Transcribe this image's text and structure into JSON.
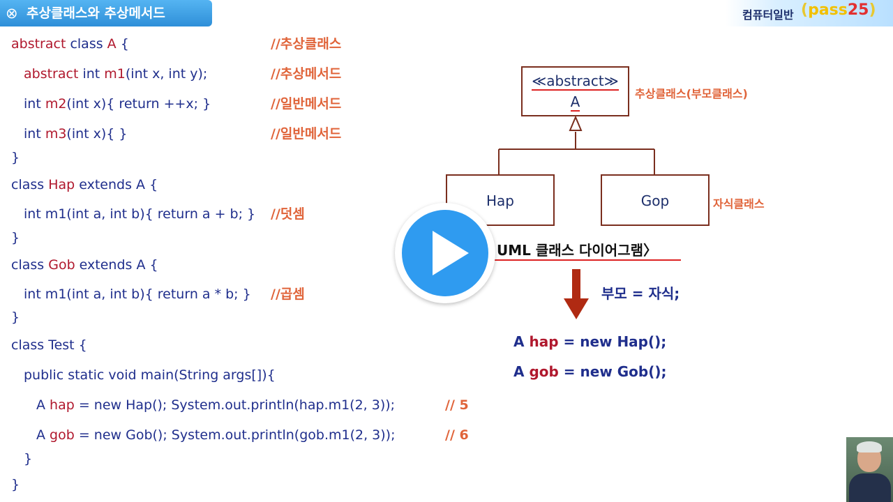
{
  "header": {
    "icon": "⊗",
    "title": "추상클래스와 추상메서드",
    "brand": "컴퓨터일반",
    "brand_open": "(",
    "brand_pass": "pass",
    "brand_num": "25",
    "brand_close": ")"
  },
  "code": {
    "l1": {
      "a": "abstract ",
      "b": "class ",
      "c": "A",
      "d": " {",
      "comment": "//추상클래스"
    },
    "l2": {
      "a": "abstract ",
      "b": "int ",
      "c": "m1",
      "d": "(int x, int y);",
      "comment": "//추상메서드"
    },
    "l3": {
      "a": "int ",
      "b": "m2",
      "c": "(int x){ return ++x; }",
      "comment": "//일반메서드"
    },
    "l4": {
      "a": "int ",
      "b": "m3",
      "c": "(int x){  }",
      "comment": "//일반메서드"
    },
    "l5": "}",
    "l6": {
      "a": "class ",
      "b": "Hap",
      "c": " extends A {"
    },
    "l7": {
      "a": "int m1(int a, int b){ return a + b; }",
      "comment": "//덧셈"
    },
    "l8": "}",
    "l9": {
      "a": "class ",
      "b": "Gob",
      "c": " extends A  {"
    },
    "l10": {
      "a": "int m1(int a, int b){ return a * b; }",
      "comment": "//곱셈"
    },
    "l11": "}",
    "l12": "class Test {",
    "l13": "public static void main(String args[]){",
    "l14": {
      "a": "A ",
      "b": "hap",
      "c": " = new Hap(); System.out.println(hap.m1(2, 3));",
      "comment": "// 5"
    },
    "l15": {
      "a": "A ",
      "b": "gob",
      "c": " = new Gob(); System.out.println(gob.m1(2, 3));",
      "comment": "// 6"
    },
    "l16": "}",
    "l17": "}"
  },
  "diagram": {
    "parent_stereotype": "≪abstract≫",
    "parent_name": "A",
    "parent_side_label": "추상클래스(부모클래스)",
    "child1": "Hap",
    "child2": "Gop",
    "child_side_label": "자식클래스",
    "caption": "UML 클래스 다이어그램〉",
    "assign": "부모 = 자식;",
    "example1": {
      "a": "A ",
      "b": "hap",
      "c": " = new Hap();"
    },
    "example2": {
      "a": "A ",
      "b": "gob",
      "c": " = new Gob();"
    }
  },
  "colors": {
    "accent": "#2f9bf0",
    "keyword": "#b0182d",
    "code": "#1f2e8c",
    "comment": "#e0643a",
    "uml_border": "#7a2e1e"
  },
  "icons": {
    "title": "circled-times-icon",
    "play": "play-icon"
  }
}
